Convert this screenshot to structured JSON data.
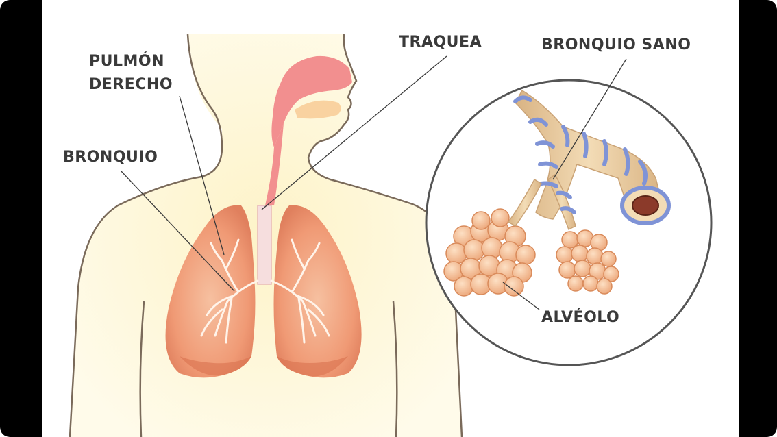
{
  "labels": {
    "pulmon_derecho_line1": "PULMÓN",
    "pulmon_derecho_line2": "DERECHO",
    "traquea": "TRAQUEA",
    "bronquio_sano": "BRONQUIO SANO",
    "bronquio": "BRONQUIO",
    "alveolo": "ALVÉOLO"
  },
  "colors": {
    "body_fill": "#fdf5d9",
    "outline": "#7a6a5a",
    "airway": "#f08a8a",
    "lung": "#f0a07a",
    "lung_dark": "#e07a55",
    "bronchus_tan": "#e6c79a",
    "bronchus_ring": "#8a9ad6",
    "alveolus": "#f2b98a",
    "label_text": "#3a3a3a",
    "frame_bar": "#000000"
  }
}
